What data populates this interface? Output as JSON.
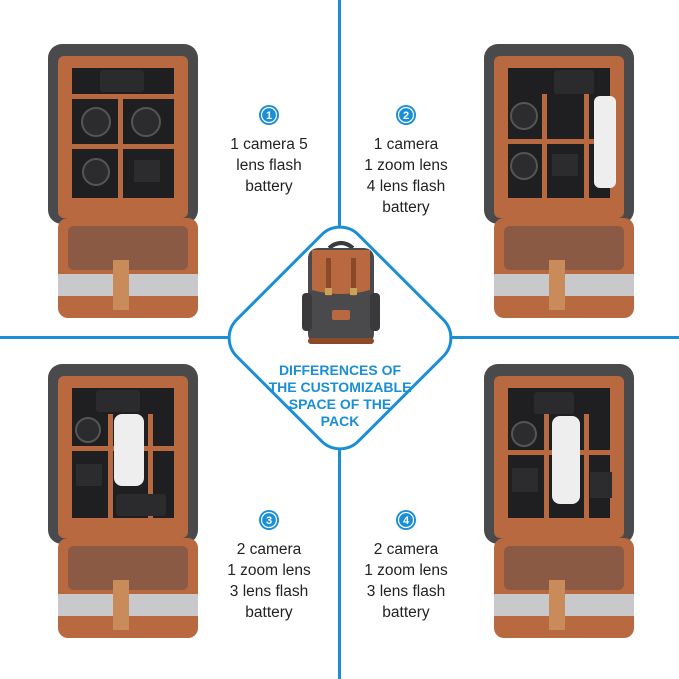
{
  "center": {
    "lines": [
      "DIFFERENCES OF",
      "THE CUSTOMIZABLE",
      "SPACE OF THE",
      "PACK"
    ]
  },
  "configs": [
    {
      "number": "1",
      "lines": [
        "1 camera 5",
        "lens flash",
        "battery"
      ]
    },
    {
      "number": "2",
      "lines": [
        "1 camera",
        "1 zoom lens",
        "4 lens flash",
        "battery"
      ]
    },
    {
      "number": "3",
      "lines": [
        "2 camera",
        "1 zoom lens",
        "3 lens flash",
        "battery"
      ]
    },
    {
      "number": "4",
      "lines": [
        "2 camera",
        "1 zoom lens",
        "3 lens flash",
        "battery"
      ]
    }
  ],
  "colors": {
    "accent": "#1a8fd6",
    "bag_canvas": "#4a4a4d",
    "bag_leather": "#b8693f",
    "text": "#222222"
  },
  "icons": [
    "backpack-open-image",
    "backpack-closed-image",
    "number-badge-icon"
  ]
}
